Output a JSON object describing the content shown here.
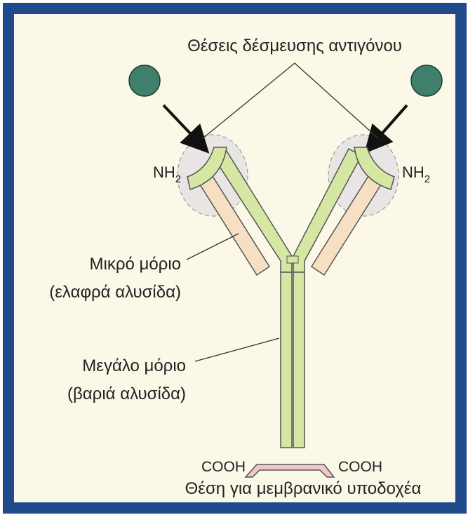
{
  "labels": {
    "antigen_binding_sites": "Θέσεις δέσμευσης αντιγόνου",
    "nh2_left_main": "NH",
    "nh2_left_sub": "2",
    "nh2_right_main": "NH",
    "nh2_right_sub": "2",
    "light_chain_line1": "Μικρό μόριο",
    "light_chain_line2": "(ελαφρά αλυσίδα)",
    "heavy_chain_line1": "Μεγάλο μόριο",
    "heavy_chain_line2": "(βαριά αλυσίδα)",
    "cooh_left": "COOH",
    "cooh_right": "COOH",
    "membrane_receptor_site": "Θέση για μεμβρανικό υποδοχέα"
  },
  "colors": {
    "frame_border": "#1f4a8c",
    "background": "#fbf8e8",
    "heavy_chain": "#d6e6a3",
    "light_chain": "#f7dfc3",
    "antigen": "#3f7f6b",
    "binding_site_halo": "#e9e5e5",
    "receptor_site": "#f0c6cc"
  }
}
